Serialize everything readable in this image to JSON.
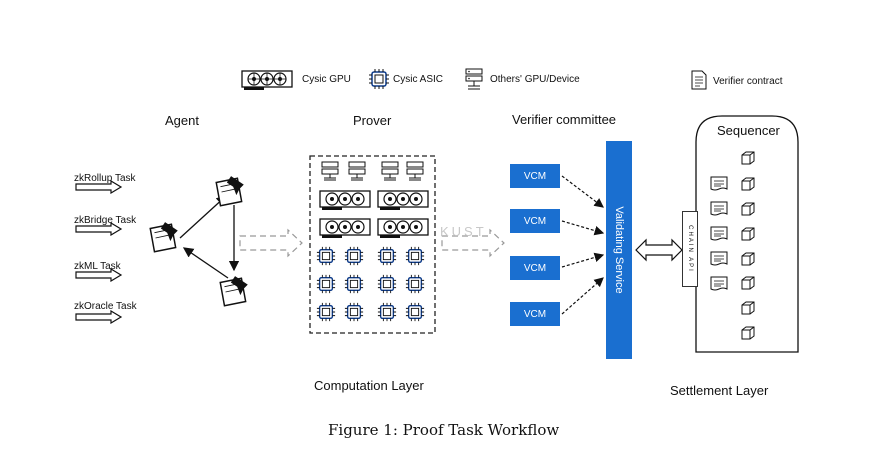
{
  "legend": {
    "gpu": "Cysic GPU",
    "asic": "Cysic ASIC",
    "device": "Others' GPU/Device",
    "contract": "Verifier contract"
  },
  "sections": {
    "agent": "Agent",
    "prover": "Prover",
    "verifier_committee": "Verifier committee",
    "sequencer": "Sequencer",
    "computation_layer": "Computation Layer",
    "settlement_layer": "Settlement Layer"
  },
  "tasks": [
    "zkRollup Task",
    "zkBridge Task",
    "zkML Task",
    "zkOracle Task"
  ],
  "vcm_labels": [
    "VCM",
    "VCM",
    "VCM",
    "VCM"
  ],
  "validating_service": "Validating Service",
  "chain_api": "CHAIN API",
  "watermark": "KUST",
  "caption": "Figure 1:  Proof Task Workflow",
  "colors": {
    "accent_blue": "#1a6fd0",
    "line": "#222222",
    "muted": "#9a9a9a"
  }
}
